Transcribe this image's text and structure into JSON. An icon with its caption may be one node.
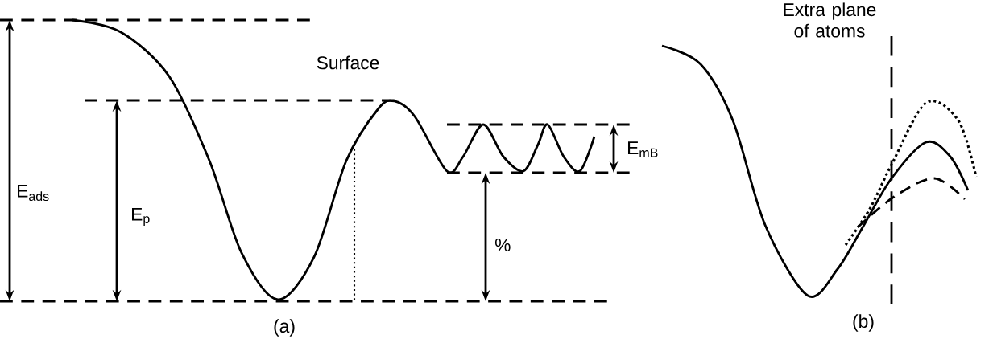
{
  "diagram": {
    "labels": [
      "Surface",
      "E$_{ads}$",
      "E$_{p}$",
      "E$_{mB}$",
      "%",
      "(a)",
      "Extra plane of atoms",
      "(b)"
    ]
  }
}
